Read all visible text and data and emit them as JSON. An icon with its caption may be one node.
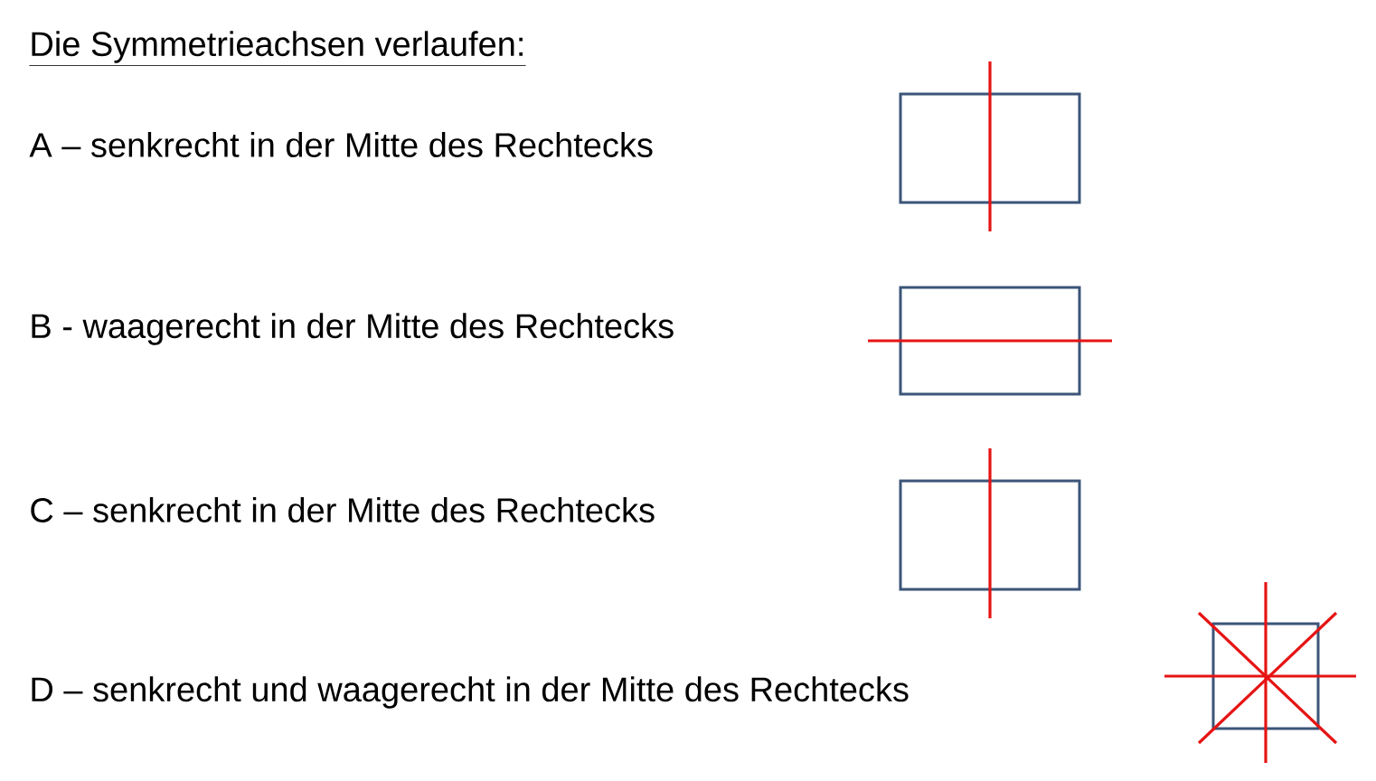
{
  "diagram": {
    "title": "Die Symmetrieachsen verlaufen:",
    "labels": [
      "A – senkrecht in der Mitte des Rechtecks",
      "B - waagerecht in der Mitte des Rechtecks",
      "C – senkrecht in der Mitte des Rechtecks",
      "D – senkrecht und waagerecht in der Mitte des Rechtecks"
    ]
  }
}
